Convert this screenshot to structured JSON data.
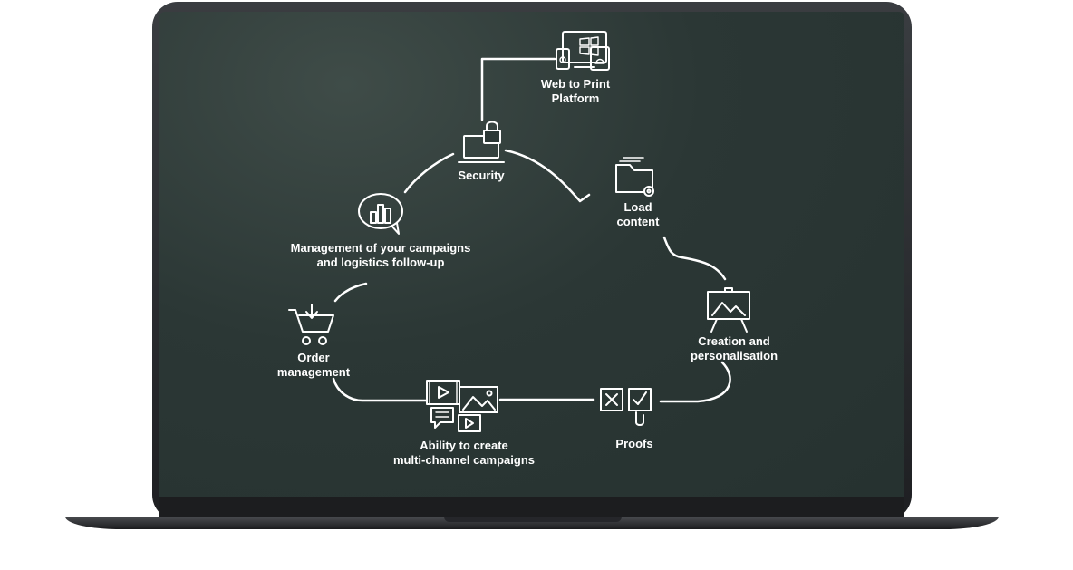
{
  "nodes": {
    "web_to_print": "Web to Print\nPlatform",
    "security": "Security",
    "load_content": "Load\ncontent",
    "management": "Management of your campaigns\nand logistics follow-up",
    "creation": "Creation and\npersonalisation",
    "order": "Order\nmanagement",
    "multichannel": "Ability to create\nmulti-channel campaigns",
    "proofs": "Proofs"
  },
  "colors": {
    "screen": "#2b3735",
    "line": "#ffffff",
    "laptop": "#2a2b2e"
  }
}
